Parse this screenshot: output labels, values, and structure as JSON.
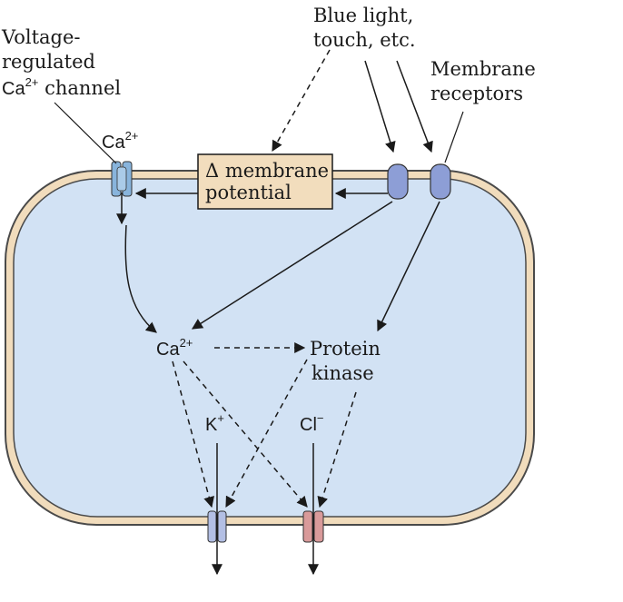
{
  "labels": {
    "channel_line1": "Voltage-",
    "channel_line2": "regulated",
    "channel_line3_ion": "Ca",
    "channel_line3_charge": "2+",
    "channel_line3_rest": " channel",
    "blue_light_line1": "Blue light,",
    "blue_light_line2": "touch, etc.",
    "receptors_line1": "Membrane",
    "receptors_line2": "receptors",
    "ca_top_ion": "Ca",
    "ca_top_charge": "2+",
    "box_line1": "Δ membrane",
    "box_line2": "potential",
    "ca_mid_ion": "Ca",
    "ca_mid_charge": "2+",
    "protein_line1": "Protein",
    "protein_line2": "kinase",
    "k_ion": "K",
    "k_charge": "+",
    "cl_ion": "Cl",
    "cl_charge": "−"
  },
  "colors": {
    "cell_fill": "#d2e2f4",
    "membrane": "#f1dcbc",
    "membrane_outline": "#4a4a4a",
    "box_fill": "#f2ddbd",
    "receptor": "#8d9ed6",
    "ca_channel": "#88b4dc",
    "k_channel": "#b3bfe4",
    "cl_channel": "#d99a9a"
  }
}
